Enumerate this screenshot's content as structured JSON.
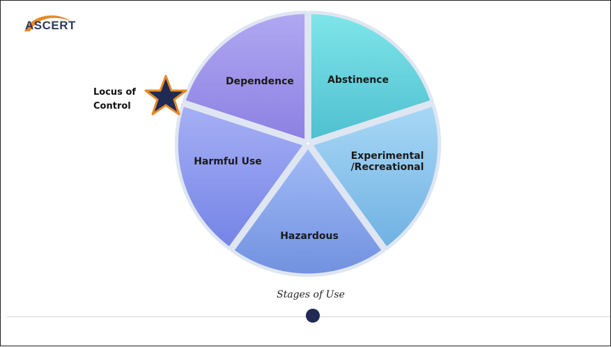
{
  "logo": {
    "text": "ASCERT",
    "swoosh_color": "#e58a2a",
    "text_color": "#2d3a5c"
  },
  "diagram": {
    "type": "segmented-cycle",
    "segments": [
      {
        "label": "Abstinence",
        "color_top": "#7fe6ea",
        "color_bottom": "#4fbfcf"
      },
      {
        "label_lines": [
          "Experimental",
          "/Recreational"
        ],
        "color_top": "#a9d8f6",
        "color_bottom": "#6fb1e2"
      },
      {
        "label": "Hazardous",
        "color_top": "#9fb8f4",
        "color_bottom": "#6f8ede"
      },
      {
        "label": "Harmful Use",
        "color_top": "#a7b0f5",
        "color_bottom": "#7483e6"
      },
      {
        "label": "Dependence",
        "color_top": "#b1a8f2",
        "color_bottom": "#8c80e2"
      }
    ],
    "marker": {
      "label_lines": [
        "Locus of",
        "Control"
      ],
      "icon": "star-icon",
      "fill": "#1f2a55",
      "stroke": "#e58a2a"
    }
  },
  "caption": "Stages of Use",
  "footer": {
    "dot_color": "#1f2a55",
    "rule_color": "#d0d0d0"
  }
}
